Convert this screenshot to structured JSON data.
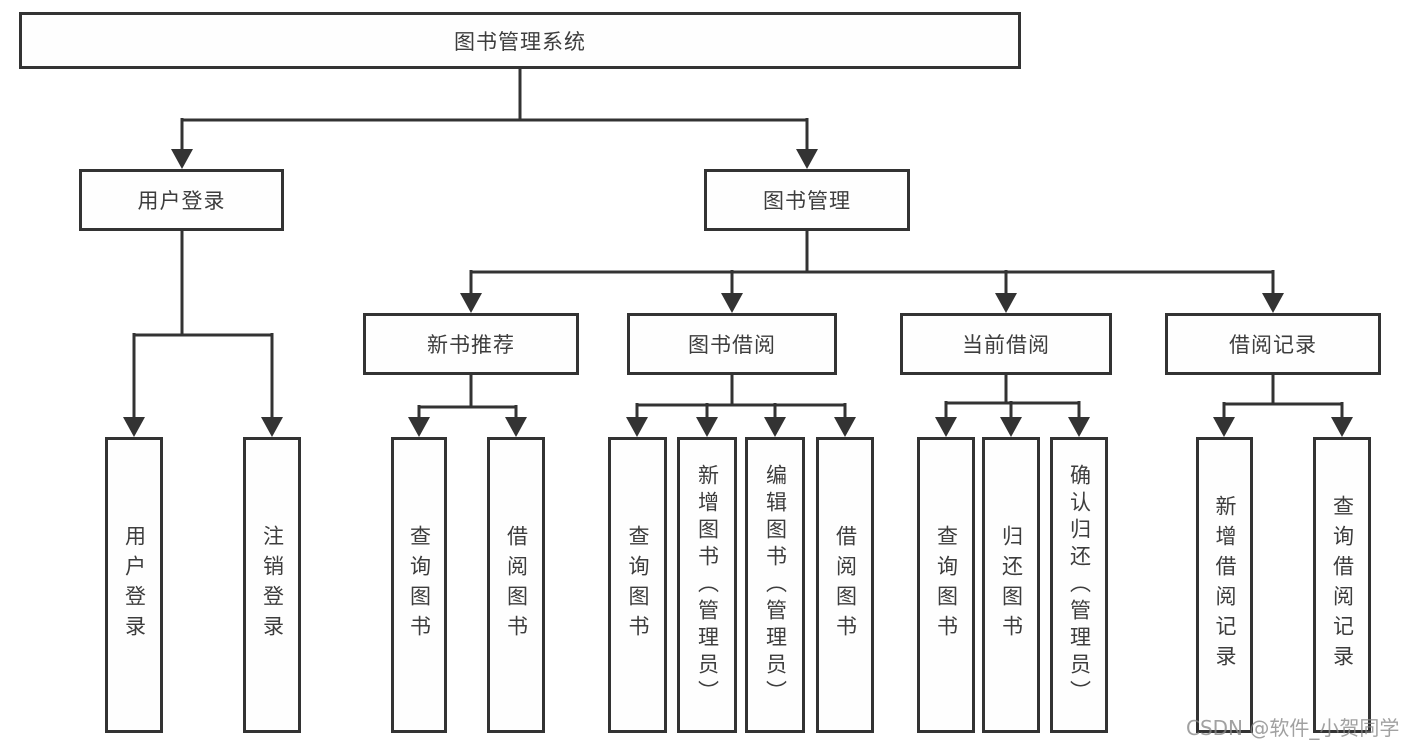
{
  "tree": {
    "label": "图书管理系统",
    "children": [
      {
        "label": "用户登录",
        "children": [
          {
            "label": "用户登录"
          },
          {
            "label": "注销登录"
          }
        ]
      },
      {
        "label": "图书管理",
        "children": [
          {
            "label": "新书推荐",
            "children": [
              {
                "label": "查询图书"
              },
              {
                "label": "借阅图书"
              }
            ]
          },
          {
            "label": "图书借阅",
            "children": [
              {
                "label": "查询图书"
              },
              {
                "label": "新增图书（管理员）"
              },
              {
                "label": "编辑图书（管理员）"
              },
              {
                "label": "借阅图书"
              }
            ]
          },
          {
            "label": "当前借阅",
            "children": [
              {
                "label": "查询图书"
              },
              {
                "label": "归还图书"
              },
              {
                "label": "确认归还（管理员）"
              }
            ]
          },
          {
            "label": "借阅记录",
            "children": [
              {
                "label": "新增借阅记录"
              },
              {
                "label": "查询借阅记录"
              }
            ]
          }
        ]
      }
    ]
  },
  "watermark": {
    "text": "CSDN @软件_小贺同学"
  },
  "colors": {
    "line": "#333333",
    "text": "#3d3d3d",
    "box_background": "#fefefe",
    "watermark": "#878787"
  }
}
